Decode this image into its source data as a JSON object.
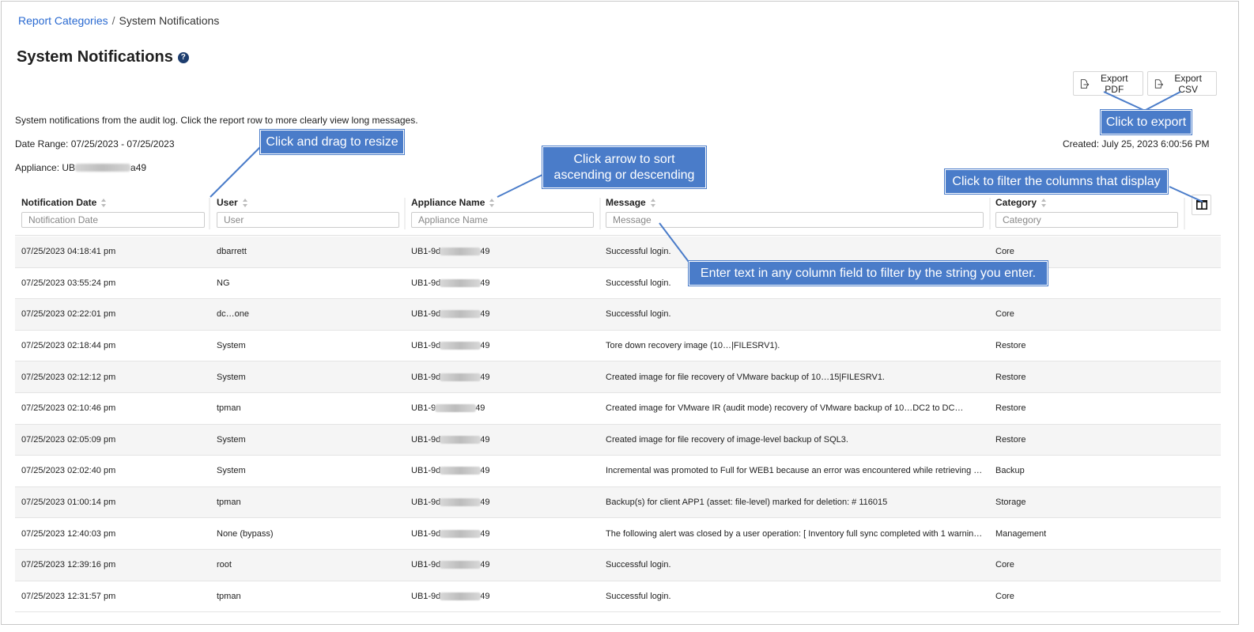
{
  "breadcrumb": {
    "parent": "Report Categories",
    "separator": "/",
    "current": "System Notifications"
  },
  "page": {
    "title": "System Notifications",
    "help_glyph": "?"
  },
  "export": {
    "pdf_label": "Export PDF",
    "csv_label": "Export CSV"
  },
  "report": {
    "description": "System notifications from the audit log. Click the report row to more clearly view long messages.",
    "date_range": "Date Range: 07/25/2023 - 07/25/2023",
    "appliance_prefix": "Appliance: UB",
    "appliance_suffix": "a49",
    "created": "Created: July 25, 2023 6:00:56 PM"
  },
  "callouts": {
    "resize": "Click and drag to resize",
    "sort_line1": "Click arrow to sort",
    "sort_line2": "ascending or descending",
    "export": "Click to export",
    "filter_columns": "Click to filter the columns that display",
    "filter_text": "Enter text in any column field to filter by the string you enter."
  },
  "columns": [
    {
      "title": "Notification Date",
      "placeholder": "Notification Date"
    },
    {
      "title": "User",
      "placeholder": "User"
    },
    {
      "title": "Appliance Name",
      "placeholder": "Appliance Name"
    },
    {
      "title": "Message",
      "placeholder": "Message"
    },
    {
      "title": "Category",
      "placeholder": "Category"
    }
  ],
  "rows": [
    {
      "date": "07/25/2023 04:18:41 pm",
      "user": "dbarrett",
      "app_prefix": "UB1-9d",
      "app_suffix": "49",
      "message": "Successful login.",
      "category": "Core"
    },
    {
      "date": "07/25/2023 03:55:24 pm",
      "user": "NG",
      "app_prefix": "UB1-9d",
      "app_suffix": "49",
      "message": "Successful login.",
      "category": ""
    },
    {
      "date": "07/25/2023 02:22:01 pm",
      "user": "dc…one",
      "app_prefix": "UB1-9d",
      "app_suffix": "49",
      "message": "Successful login.",
      "category": "Core"
    },
    {
      "date": "07/25/2023 02:18:44 pm",
      "user": "System",
      "app_prefix": "UB1-9d",
      "app_suffix": "49",
      "message": "Tore down recovery image (10…|FILESRV1).",
      "category": "Restore"
    },
    {
      "date": "07/25/2023 02:12:12 pm",
      "user": "System",
      "app_prefix": "UB1-9d",
      "app_suffix": "49",
      "message": "Created image for file recovery of VMware backup of 10…15|FILESRV1.",
      "category": "Restore"
    },
    {
      "date": "07/25/2023 02:10:46 pm",
      "user": "tpman",
      "app_prefix": "UB1-9",
      "app_suffix": "49",
      "message": "Created image for VMware IR (audit mode) recovery of VMware backup of 10…DC2 to DC…",
      "category": "Restore"
    },
    {
      "date": "07/25/2023 02:05:09 pm",
      "user": "System",
      "app_prefix": "UB1-9d",
      "app_suffix": "49",
      "message": "Created image for file recovery of image-level backup of SQL3.",
      "category": "Restore"
    },
    {
      "date": "07/25/2023 02:02:40 pm",
      "user": "System",
      "app_prefix": "UB1-9d",
      "app_suffix": "49",
      "message": "Incremental was promoted to Full for WEB1 because an error was encountered while retrieving th…",
      "category": "Backup"
    },
    {
      "date": "07/25/2023 01:00:14 pm",
      "user": "tpman",
      "app_prefix": "UB1-9d",
      "app_suffix": "49",
      "message": "Backup(s) for client APP1 (asset: file-level) marked for deletion: # 116015",
      "category": "Storage"
    },
    {
      "date": "07/25/2023 12:40:03 pm",
      "user": "None (bypass)",
      "app_prefix": "UB1-9d",
      "app_suffix": "49",
      "message": "The following alert was closed by a user operation: [ Inventory full sync completed with 1 warning…",
      "category": "Management"
    },
    {
      "date": "07/25/2023 12:39:16 pm",
      "user": "root",
      "app_prefix": "UB1-9d",
      "app_suffix": "49",
      "message": "Successful login.",
      "category": "Core"
    },
    {
      "date": "07/25/2023 12:31:57 pm",
      "user": "tpman",
      "app_prefix": "UB1-9d",
      "app_suffix": "49",
      "message": "Successful login.",
      "category": "Core"
    }
  ],
  "colors": {
    "accent": "#4a7cc9",
    "link": "#2a6ad1",
    "help_icon": "#1d3d6e"
  },
  "icons": {
    "export": "file-export-icon",
    "columns": "columns-icon",
    "sort": "sort-icon",
    "help": "help-icon"
  }
}
